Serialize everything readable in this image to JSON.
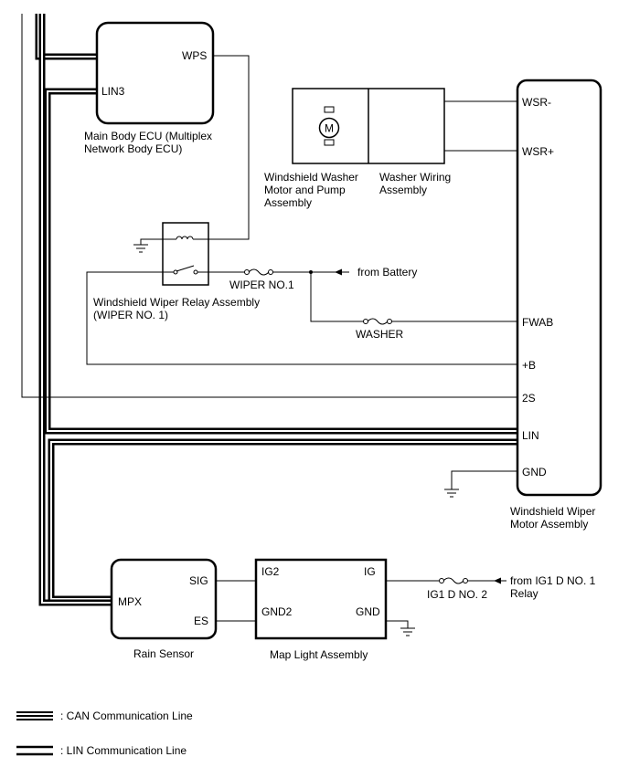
{
  "components": {
    "main_body_ecu": {
      "name_line1": "Main Body ECU (Multiplex",
      "name_line2": "Network Body ECU)",
      "pin_wps": "WPS",
      "pin_lin3": "LIN3"
    },
    "washer_motor": {
      "name_line1": "Windshield Washer",
      "name_line2": "Motor and Pump",
      "name_line3": "Assembly",
      "motor_symbol": "M"
    },
    "washer_wiring": {
      "name_line1": "Washer Wiring",
      "name_line2": "Assembly"
    },
    "wiper_motor": {
      "name_line1": "Windshield Wiper",
      "name_line2": "Motor Assembly",
      "pins": {
        "wsr_minus": "WSR-",
        "wsr_plus": "WSR+",
        "fwab": "FWAB",
        "plus_b": "+B",
        "two_s": "2S",
        "lin": "LIN",
        "gnd": "GND"
      }
    },
    "wiper_relay": {
      "name_line1": "Windshield Wiper Relay Assembly",
      "name_line2": "(WIPER NO. 1)"
    },
    "rain_sensor": {
      "name": "Rain Sensor",
      "pin_sig": "SIG",
      "pin_mpx": "MPX",
      "pin_es": "ES"
    },
    "map_light": {
      "name": "Map Light Assembly",
      "pin_ig2": "IG2",
      "pin_ig": "IG",
      "pin_gnd2": "GND2",
      "pin_gnd": "GND"
    }
  },
  "fuses": {
    "wiper_no1": "WIPER NO.1",
    "washer": "WASHER",
    "ig1_d_no2": "IG1 D NO. 2"
  },
  "sources": {
    "battery": "from Battery",
    "ig1_relay_line1": "from IG1 D NO. 1",
    "ig1_relay_line2": "Relay"
  },
  "legend": {
    "can": ": CAN Communication Line",
    "lin": ": LIN Communication Line"
  }
}
